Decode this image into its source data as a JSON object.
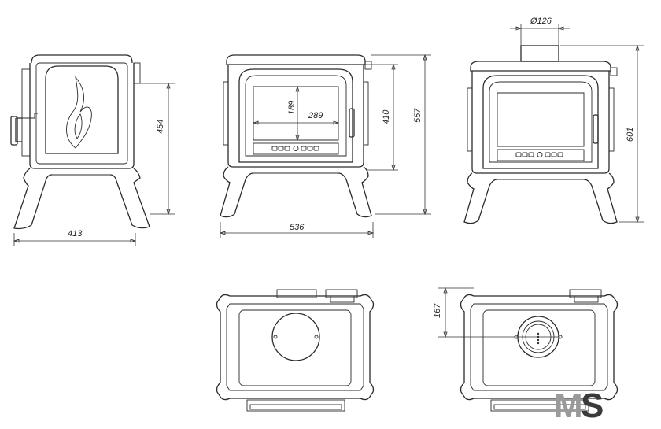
{
  "dimensions": {
    "side_width": "413",
    "side_height": "454",
    "front_width": "536",
    "front_height_door": "410",
    "front_height_total": "557",
    "glass_height": "189",
    "glass_width": "289",
    "flue_diameter": "Ø126",
    "back_height": "601",
    "flue_offset": "167"
  },
  "logo": {
    "text": "MS"
  }
}
